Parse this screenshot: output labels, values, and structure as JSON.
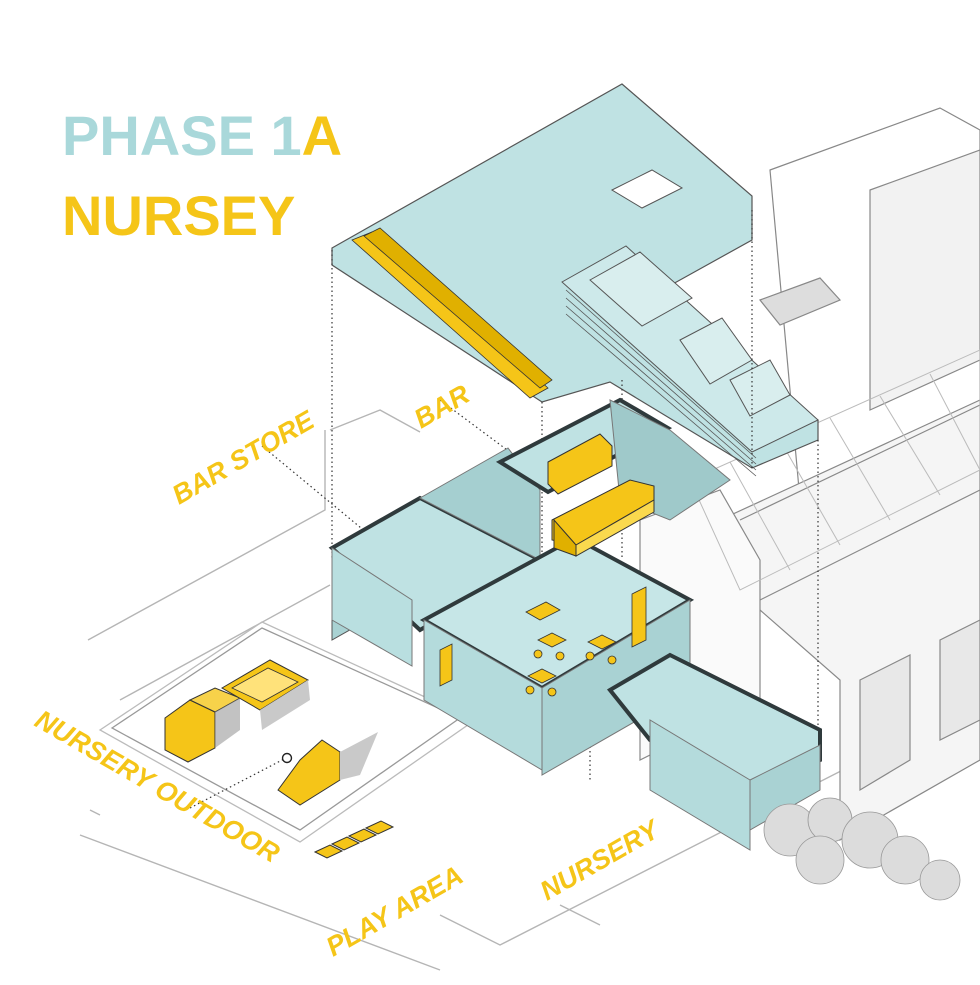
{
  "title": {
    "phase_main": "PHASE 1",
    "phase_suffix": "A",
    "subtitle": "NURSEY"
  },
  "labels": {
    "bar_store": "BAR STORE",
    "bar": "BAR",
    "nursery_outdoor": "NURSERY OUTDOOR",
    "play_area": "PLAY AREA",
    "nursery": "NURSERY"
  },
  "colors": {
    "accent_yellow": "#f5c518",
    "phase_blue": "#a9d8da",
    "room_fill": "#bfe2e3",
    "wall_dark": "#2f3a3c",
    "line_grey": "#9a9a9a"
  }
}
